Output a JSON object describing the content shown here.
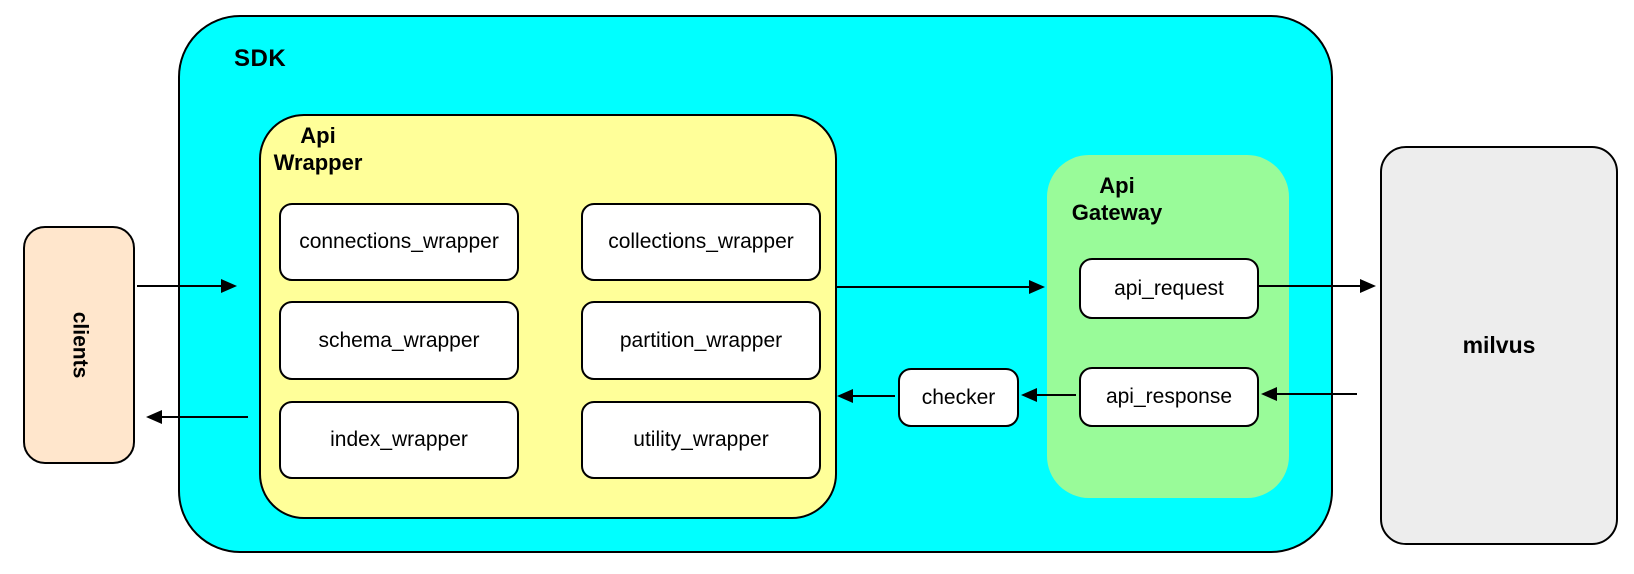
{
  "colors": {
    "canvas_bg": "#FFFFFF",
    "sdk_fill": "#00FFFF",
    "api_wrapper_fill": "#FFFF99",
    "api_gateway_fill": "#99FB99",
    "clients_fill": "#FFE6CC",
    "milvus_fill": "#EDEDED",
    "node_fill": "#FFFFFF",
    "border": "#000000",
    "arrow": "#000000"
  },
  "nodes": {
    "clients": {
      "label": "clients"
    },
    "sdk": {
      "label": "SDK"
    },
    "api_wrapper": {
      "label_line1": "Api",
      "label_line2": "Wrapper"
    },
    "wrappers": {
      "connections": "connections_wrapper",
      "collections": "collections_wrapper",
      "schema": "schema_wrapper",
      "partition": "partition_wrapper",
      "index": "index_wrapper",
      "utility": "utility_wrapper"
    },
    "checker": {
      "label": "checker"
    },
    "api_gateway": {
      "label_line1": "Api",
      "label_line2": "Gateway"
    },
    "gateway": {
      "request": "api_request",
      "response": "api_response"
    },
    "milvus": {
      "label": "milvus"
    }
  },
  "connections": [
    {
      "from": "clients",
      "to": "sdk"
    },
    {
      "from": "api_wrapper",
      "to": "api_gateway"
    },
    {
      "from": "api_request",
      "to": "milvus"
    },
    {
      "from": "milvus",
      "to": "api_response"
    },
    {
      "from": "api_response",
      "to": "checker"
    },
    {
      "from": "checker",
      "to": "api_wrapper"
    },
    {
      "from": "sdk",
      "to": "clients"
    }
  ]
}
